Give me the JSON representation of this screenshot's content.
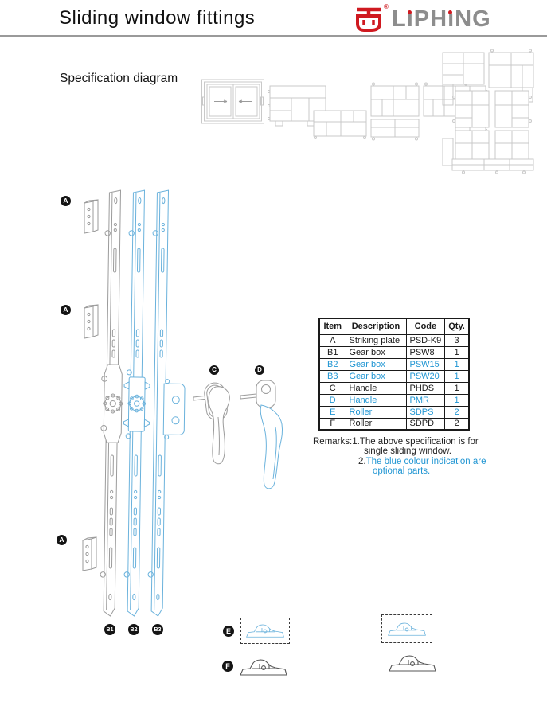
{
  "header": {
    "title": "Sliding window fittings",
    "brand": "LiPHiNG",
    "registered": "®"
  },
  "section_title": "Specification diagram",
  "labels": {
    "a": "A",
    "b1": "B1",
    "b2": "B2",
    "b3": "B3",
    "c": "C",
    "d": "D",
    "e": "E",
    "f": "F"
  },
  "table": {
    "headers": [
      "Item",
      "Description",
      "Code",
      "Qty."
    ],
    "rows": [
      {
        "item": "A",
        "description": "Striking plate",
        "code": "PSD-K9",
        "qty": "3",
        "optional": false
      },
      {
        "item": "B1",
        "description": "Gear box",
        "code": "PSW8",
        "qty": "1",
        "optional": false
      },
      {
        "item": "B2",
        "description": "Gear box",
        "code": "PSW15",
        "qty": "1",
        "optional": true
      },
      {
        "item": "B3",
        "description": "Gear box",
        "code": "PSW20",
        "qty": "1",
        "optional": true
      },
      {
        "item": "C",
        "description": "Handle",
        "code": "PHDS",
        "qty": "1",
        "optional": false
      },
      {
        "item": "D",
        "description": "Handle",
        "code": "PMR",
        "qty": "1",
        "optional": true
      },
      {
        "item": "E",
        "description": "Roller",
        "code": "SDPS",
        "qty": "2",
        "optional": true
      },
      {
        "item": "F",
        "description": "Roller",
        "code": "SDPD",
        "qty": "2",
        "optional": false
      }
    ]
  },
  "remarks": {
    "label": "Remarks:",
    "item1_num": "1.",
    "item1_line1": "The above specification is for",
    "item1_line2": "single sliding window.",
    "item2_num": "2.",
    "item2_line1": "The blue colour indication are",
    "item2_line2": "optional parts."
  },
  "colors": {
    "brand_red": "#cf1920",
    "brand_gray": "#8d8d8d",
    "optional_blue": "#2196d3",
    "drawing_blue": "#6ab2dc",
    "drawing_gray": "#9b9b9b",
    "profile_gray": "#c9c9c9"
  }
}
